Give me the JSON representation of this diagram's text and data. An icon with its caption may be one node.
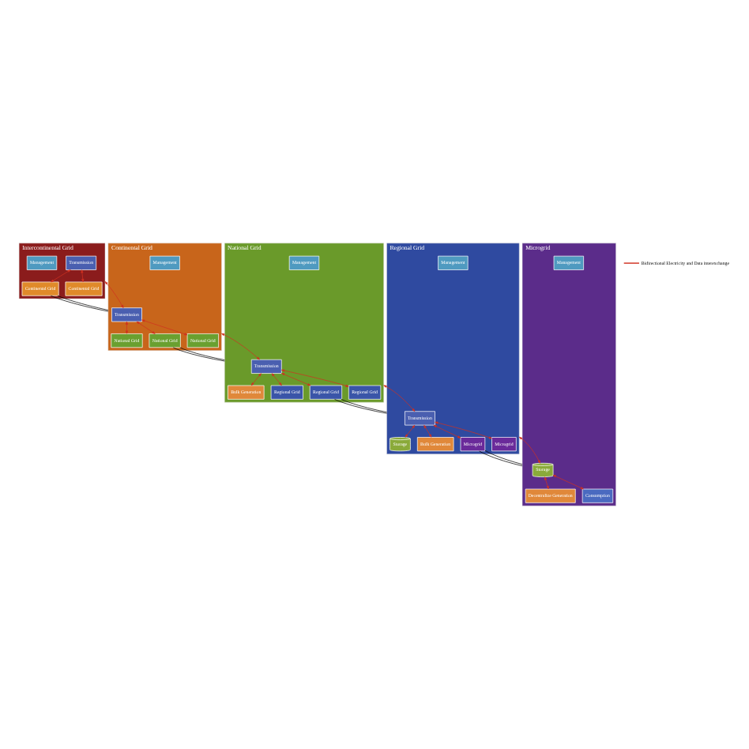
{
  "diagram": {
    "nodes": [
      {
        "text": [
          "Intercontinental Grid"
        ]
      },
      {
        "text": [
          "Transmission"
        ],
        "in": 0
      },
      {
        "text": [
          "Management"
        ],
        "in": 0
      },
      {
        "text": [
          "Continental Grid"
        ],
        "in": 0
      },
      {
        "text": [
          "Continental Grid"
        ],
        "in": 0
      },
      {
        "text": [
          "Continental Grid"
        ]
      },
      {
        "text": [
          "Transmission"
        ],
        "in": 5
      },
      {
        "text": [
          "Management"
        ],
        "in": 5
      },
      {
        "text": [
          "National Grid"
        ],
        "in": 5
      },
      {
        "text": [
          "National Grid"
        ],
        "in": 5
      },
      {
        "text": [
          "National Grid"
        ],
        "in": 5
      },
      {
        "text": [
          "National Grid"
        ]
      },
      {
        "text": [
          "Transmission"
        ],
        "in": 11
      },
      {
        "text": [
          "Management"
        ],
        "in": 11
      },
      {
        "text": [
          "Bulk Generation"
        ],
        "in": 11
      },
      {
        "text": [
          "Regional Grid"
        ],
        "in": 11
      },
      {
        "text": [
          "Regional Grid"
        ],
        "in": 11
      },
      {
        "text": [
          "Regional Grid"
        ],
        "in": 11
      },
      {
        "text": [
          "Regional Grid"
        ]
      },
      {
        "text": [
          "Transmission"
        ],
        "in": 18
      },
      {
        "text": [
          "Storage"
        ],
        "in": 18
      },
      {
        "text": [
          "Management"
        ],
        "in": 18
      },
      {
        "text": [
          "Bulk Generation"
        ],
        "in": 18
      },
      {
        "text": [
          "Microgrid"
        ],
        "in": 18
      },
      {
        "text": [
          "Microgrid"
        ],
        "in": 18
      },
      {
        "text": [
          "Microgrid"
        ]
      },
      {
        "text": [
          "Storage"
        ],
        "in": 25
      },
      {
        "text": [
          "Decentralize Generation"
        ],
        "in": 25
      },
      {
        "text": [
          "Management"
        ],
        "in": 25
      },
      {
        "text": [
          "Consumption"
        ],
        "in": 25
      }
    ],
    "edges": [
      {
        "from": 1,
        "to": 3,
        "arrow": "both"
      },
      {
        "from": 1,
        "to": 4,
        "arrow": "both"
      },
      {
        "from": 3,
        "to": 5,
        "arrow": "none",
        "color": "#000000"
      },
      {
        "from": 3,
        "to": 5,
        "arrow": "none",
        "color": "#000000"
      },
      {
        "from": 6,
        "to": 0,
        "arrow": "both"
      },
      {
        "from": 6,
        "to": 8,
        "arrow": "both"
      },
      {
        "from": 6,
        "to": 9,
        "arrow": "both"
      },
      {
        "from": 6,
        "to": 10,
        "arrow": "both"
      },
      {
        "from": 9,
        "to": 11,
        "arrow": "none",
        "color": "#000000"
      },
      {
        "from": 9,
        "to": 11,
        "arrow": "none",
        "color": "#000000"
      },
      {
        "from": 12,
        "to": 5,
        "arrow": "both"
      },
      {
        "from": 12,
        "to": 14,
        "arrow": "both"
      },
      {
        "from": 12,
        "to": 15,
        "arrow": "both"
      },
      {
        "from": 12,
        "to": 16,
        "arrow": "both"
      },
      {
        "from": 12,
        "to": 17,
        "arrow": "both"
      },
      {
        "from": 16,
        "to": 18,
        "arrow": "none",
        "color": "#000000"
      },
      {
        "from": 16,
        "to": 18,
        "arrow": "none",
        "color": "#000000"
      },
      {
        "from": 19,
        "to": 11,
        "arrow": "both"
      },
      {
        "from": 19,
        "to": 20,
        "arrow": "both"
      },
      {
        "from": 19,
        "to": 22,
        "arrow": "both"
      },
      {
        "from": 19,
        "to": 23,
        "arrow": "both"
      },
      {
        "from": 19,
        "to": 24,
        "arrow": "both"
      },
      {
        "from": 23,
        "to": 25,
        "arrow": "none",
        "color": "#000000"
      },
      {
        "from": 23,
        "to": 25,
        "arrow": "none",
        "color": "#000000"
      },
      {
        "from": 26,
        "to": 18,
        "arrow": "both"
      },
      {
        "from": 26,
        "to": 27,
        "arrow": "both"
      },
      {
        "from": 26,
        "to": 29,
        "arrow": "both"
      }
    ],
    "legend": [
      {
        "text": "Bidirectional Electricity and Data interexchange"
      }
    ]
  }
}
